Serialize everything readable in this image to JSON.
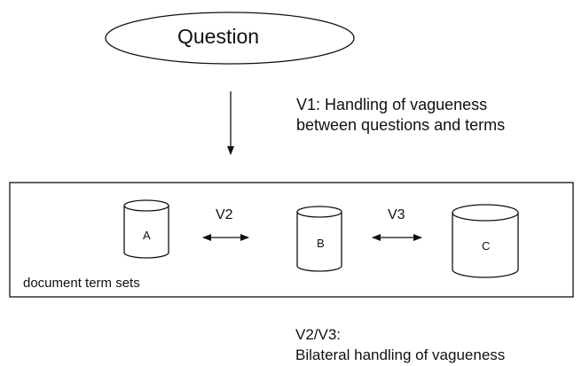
{
  "question": {
    "label": "Question"
  },
  "v1": {
    "line1": "V1: Handling of vagueness",
    "line2": "between questions and terms"
  },
  "term_sets": {
    "caption": "document term sets",
    "cylinders": [
      "A",
      "B",
      "C"
    ],
    "arrows": [
      "V2",
      "V3"
    ]
  },
  "v23": {
    "line1": "V2/V3:",
    "line2": "Bilateral handling of vagueness"
  }
}
